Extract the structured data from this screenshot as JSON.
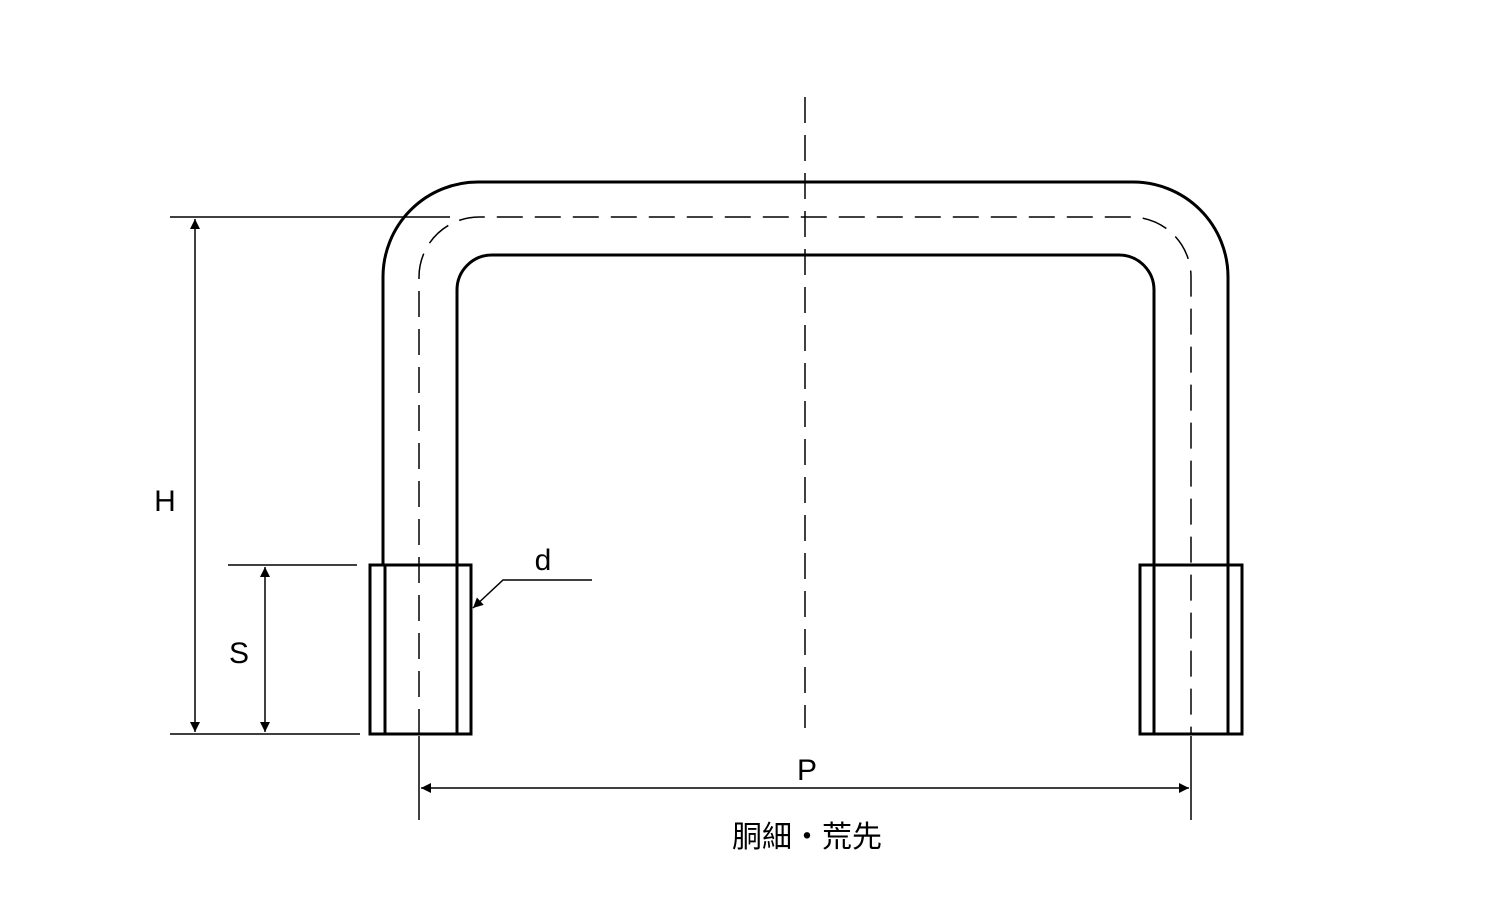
{
  "diagram": {
    "title": "胴細・荒先",
    "labels": {
      "height": "H",
      "thread_length": "S",
      "diameter": "d",
      "pitch": "P"
    },
    "line_color": "#000000"
  }
}
